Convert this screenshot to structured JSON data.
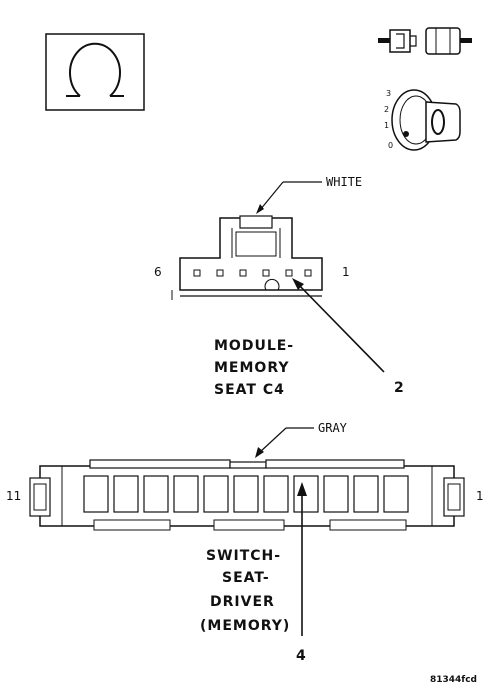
{
  "labels": {
    "white": "WHITE",
    "gray": "GRAY",
    "module_line1": "MODULE-",
    "module_line2": "MEMORY",
    "module_line3": "SEAT C4",
    "switch_line1": "SWITCH-",
    "switch_line2": "SEAT-",
    "switch_line3": "DRIVER",
    "switch_line4": "(MEMORY)",
    "callout_2": "2",
    "callout_4": "4",
    "figure_code": "81344fcd"
  },
  "connector_c4": {
    "pin_left": "6",
    "pin_right": "1"
  },
  "switch_connector": {
    "pin_left": "11",
    "pin_right": "1"
  },
  "ignition": {
    "positions": [
      "3",
      "2",
      "1",
      "0"
    ]
  },
  "icons": [
    "ohm-meter-icon",
    "connector-disconnect-icon",
    "ignition-key-icon"
  ]
}
